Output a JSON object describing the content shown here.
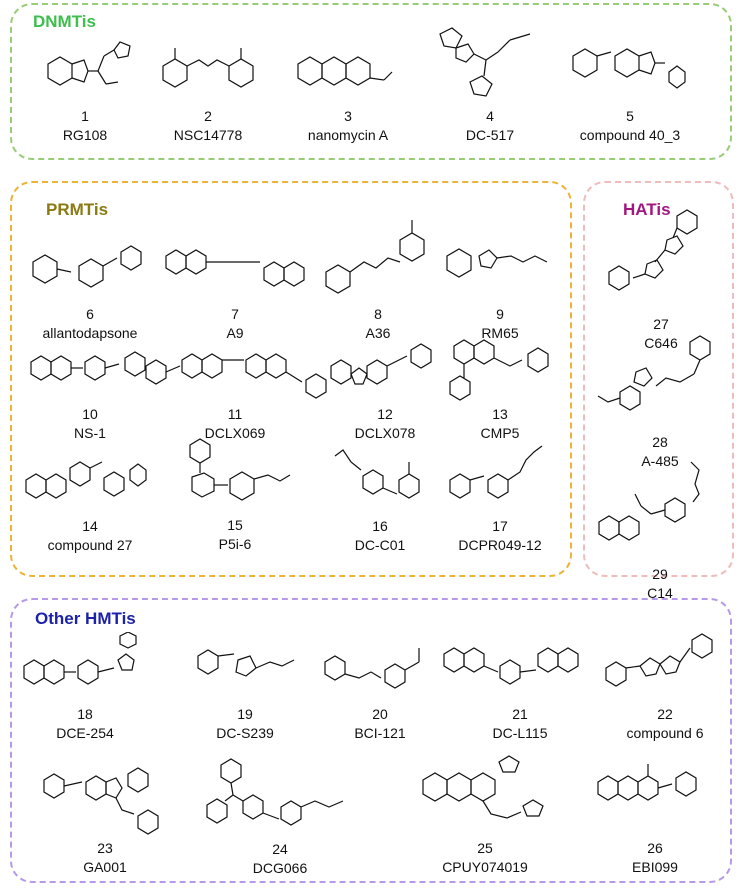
{
  "groups": {
    "dnmt": {
      "title": "DNMTis",
      "color": "#3ebe4d",
      "border": "#99cc77"
    },
    "prmt": {
      "title": "PRMTis",
      "color": "#8a7a12",
      "border": "#eab536"
    },
    "hat": {
      "title": "HATis",
      "color": "#a4167f",
      "border": "#efbcbc"
    },
    "other": {
      "title": "Other HMTis",
      "color": "#1d23a8",
      "border": "#b69ae6"
    }
  },
  "compounds": [
    {
      "num": "1",
      "name": "RG108"
    },
    {
      "num": "2",
      "name": "NSC14778"
    },
    {
      "num": "3",
      "name": "nanomycin A"
    },
    {
      "num": "4",
      "name": "DC-517"
    },
    {
      "num": "5",
      "name": "compound 40_3"
    },
    {
      "num": "6",
      "name": "allantodapsone"
    },
    {
      "num": "7",
      "name": "A9"
    },
    {
      "num": "8",
      "name": "A36"
    },
    {
      "num": "9",
      "name": "RM65"
    },
    {
      "num": "10",
      "name": "NS-1"
    },
    {
      "num": "11",
      "name": "DCLX069"
    },
    {
      "num": "12",
      "name": "DCLX078"
    },
    {
      "num": "13",
      "name": "CMP5"
    },
    {
      "num": "14",
      "name": "compound 27"
    },
    {
      "num": "15",
      "name": "P5i-6"
    },
    {
      "num": "16",
      "name": "DC-C01"
    },
    {
      "num": "17",
      "name": "DCPR049-12"
    },
    {
      "num": "18",
      "name": "DCE-254"
    },
    {
      "num": "19",
      "name": "DC-S239"
    },
    {
      "num": "20",
      "name": "BCI-121"
    },
    {
      "num": "21",
      "name": "DC-L115"
    },
    {
      "num": "22",
      "name": "compound 6"
    },
    {
      "num": "23",
      "name": "GA001"
    },
    {
      "num": "24",
      "name": "DCG066"
    },
    {
      "num": "25",
      "name": "CPUY074019"
    },
    {
      "num": "26",
      "name": "EBI099"
    },
    {
      "num": "27",
      "name": "C646"
    },
    {
      "num": "28",
      "name": "A-485"
    },
    {
      "num": "29",
      "name": "C14"
    }
  ]
}
